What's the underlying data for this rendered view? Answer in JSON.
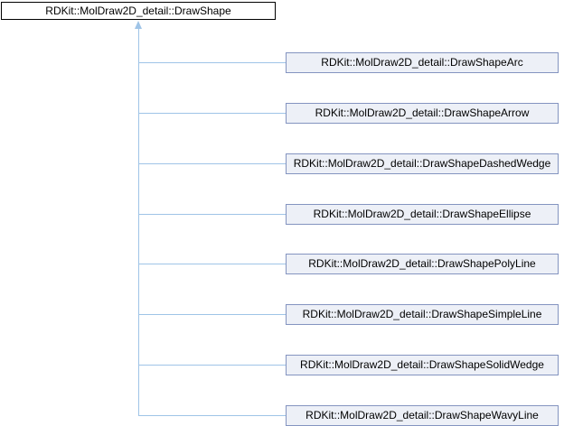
{
  "diagram": {
    "base_class": {
      "label": "RDKit::MolDraw2D_detail::DrawShape"
    },
    "derived_classes": [
      {
        "label": "RDKit::MolDraw2D_detail::DrawShapeArc"
      },
      {
        "label": "RDKit::MolDraw2D_detail::DrawShapeArrow"
      },
      {
        "label": "RDKit::MolDraw2D_detail::DrawShapeDashedWedge"
      },
      {
        "label": "RDKit::MolDraw2D_detail::DrawShapeEllipse"
      },
      {
        "label": "RDKit::MolDraw2D_detail::DrawShapePolyLine"
      },
      {
        "label": "RDKit::MolDraw2D_detail::DrawShapeSimpleLine"
      },
      {
        "label": "RDKit::MolDraw2D_detail::DrawShapeSolidWedge"
      },
      {
        "label": "RDKit::MolDraw2D_detail::DrawShapeWavyLine"
      }
    ],
    "colors": {
      "page-bg": "#ffffff",
      "text": "#000000",
      "base-fill": "#ffffff",
      "base-border": "#000000",
      "node-fill": "#edf0f7",
      "node-border": "#8494c0",
      "edge": "#9fc4e7"
    }
  }
}
